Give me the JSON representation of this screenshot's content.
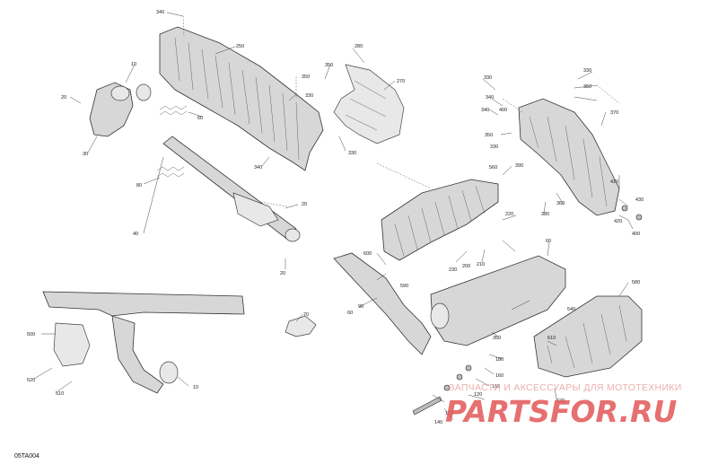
{
  "diagram": {
    "code": "05TA004",
    "callouts": [
      "340",
      "250",
      "280",
      "270",
      "10",
      "20",
      "350",
      "330",
      "30",
      "60",
      "340",
      "80",
      "40",
      "20",
      "20",
      "500",
      "520",
      "510",
      "10",
      "70",
      "330",
      "350",
      "340",
      "330",
      "340",
      "350",
      "560",
      "330",
      "400",
      "350",
      "330",
      "390",
      "220",
      "230",
      "200",
      "210",
      "60",
      "600",
      "590",
      "90",
      "350",
      "180",
      "160",
      "170",
      "140",
      "120",
      "150",
      "540",
      "580",
      "610",
      "620",
      "410",
      "430",
      "420",
      "400",
      "360",
      "380",
      "370",
      "60"
    ],
    "watermark": {
      "text": "ЗАПЧАСТИ И АКСЕССУАРЫ ДЛЯ МОТОТЕХНИКИ",
      "logo": "PARTSFOR.RU"
    }
  }
}
